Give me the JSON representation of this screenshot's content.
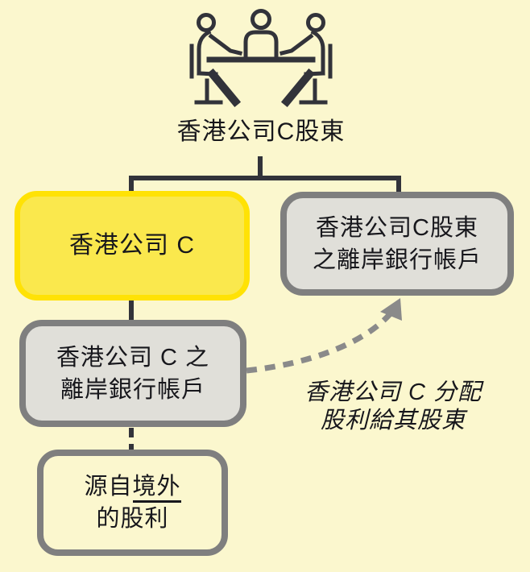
{
  "title": "香港公司C股東",
  "icons": {
    "header": "people-meeting-icon"
  },
  "nodes": {
    "company": {
      "label": "香港公司 C"
    },
    "shareholders_account": {
      "line1": "香港公司C股東",
      "line2": "之離岸銀行帳戶"
    },
    "company_account": {
      "line1": "香港公司 C 之",
      "line2": "離岸銀行帳戶"
    },
    "foreign_dividend": {
      "line1_prefix": "源自",
      "line1_underlined": "境外",
      "line2": "的股利"
    }
  },
  "annotation": {
    "line1": "香港公司 C 分配",
    "line2": "股利給其股東"
  },
  "colors": {
    "background": "#FBF7CE",
    "company_fill": "#FAE84D",
    "company_border": "#FFE205",
    "gray_fill": "#E0DFD9",
    "gray_border": "#7F7F7F",
    "connector_dark": "#32333A",
    "arrow_gray": "#8A8A8A",
    "text_color": "#17171C"
  }
}
